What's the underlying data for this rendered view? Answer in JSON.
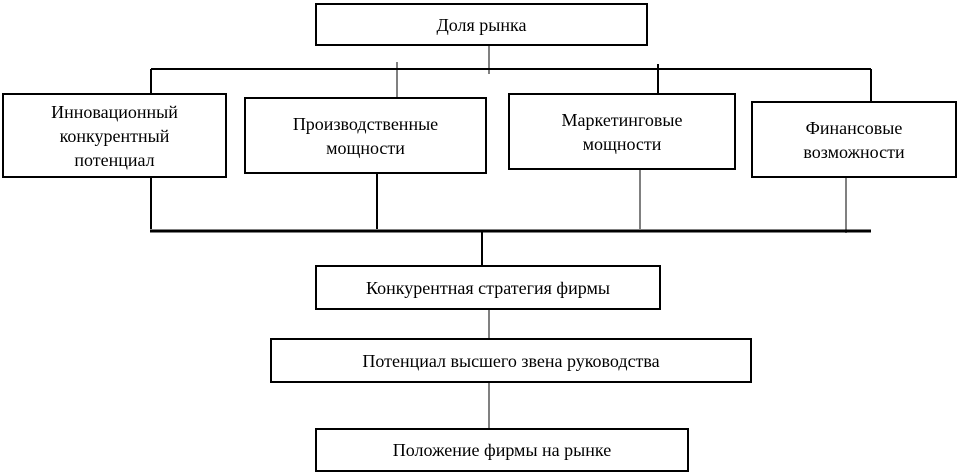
{
  "diagram": {
    "top_box": "Доля рынка",
    "factors": [
      "Инновационный\nконкурентный\nпотенциал",
      "Производственные\nмощности",
      "Маркетинговые\nмощности",
      "Финансовые\nвозможности"
    ],
    "strategy_box": "Конкурентная стратегия фирмы",
    "management_box": "Потенциал высшего звена руководства",
    "position_box": "Положение фирмы на рынке"
  },
  "colors": {
    "line": "#000000",
    "background": "#ffffff"
  }
}
